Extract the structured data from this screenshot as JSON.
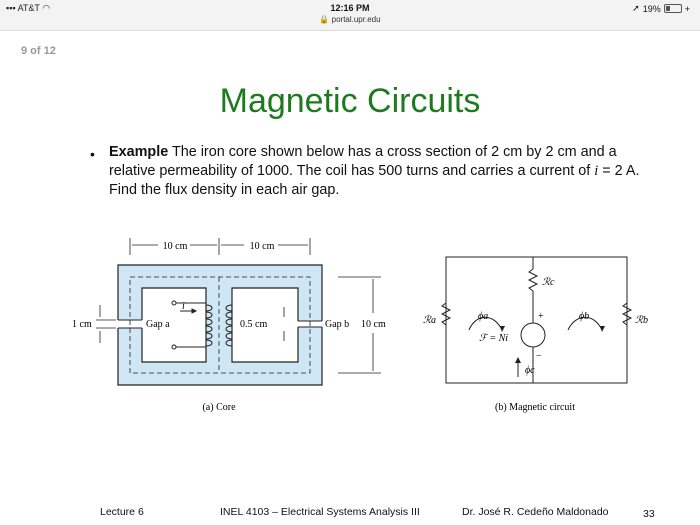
{
  "status_bar": {
    "carrier": "AT&T",
    "time": "12:16 PM",
    "url": "portal.upr.edu",
    "battery": "19%"
  },
  "page_indicator": "9 of 12",
  "slide": {
    "title": "Magnetic Circuits",
    "bullet": "•",
    "example_label": "Example",
    "example_text_1": " The iron core shown below has a cross section of 2 cm by 2 cm and a relative permeability of 1000.  The coil has 500 turns and carries a current of ",
    "example_var": "i",
    "example_text_2": " = 2 A.  Find the flux density in each air gap.",
    "figure_core": {
      "dim_top_left": "10 cm",
      "dim_top_right": "10 cm",
      "dim_left": "1 cm",
      "gap_a": "Gap a",
      "current": "i",
      "dim_center": "0.5 cm",
      "gap_b": "Gap b",
      "dim_right": "10 cm",
      "caption": "(a) Core"
    },
    "figure_circuit": {
      "r_a": "ℛa",
      "r_b": "ℛb",
      "r_c": "ℛc",
      "phi_a": "ϕa",
      "phi_b": "ϕb",
      "phi_c": "ϕc",
      "source": "ℱ = Ni",
      "plus": "+",
      "minus": "−",
      "caption": "(b) Magnetic circuit"
    }
  },
  "footer": {
    "lecture": "Lecture 6",
    "course": "INEL 4103 – Electrical Systems Analysis III",
    "author": "Dr. José R. Cedeño Maldonado",
    "page_number": "33"
  }
}
